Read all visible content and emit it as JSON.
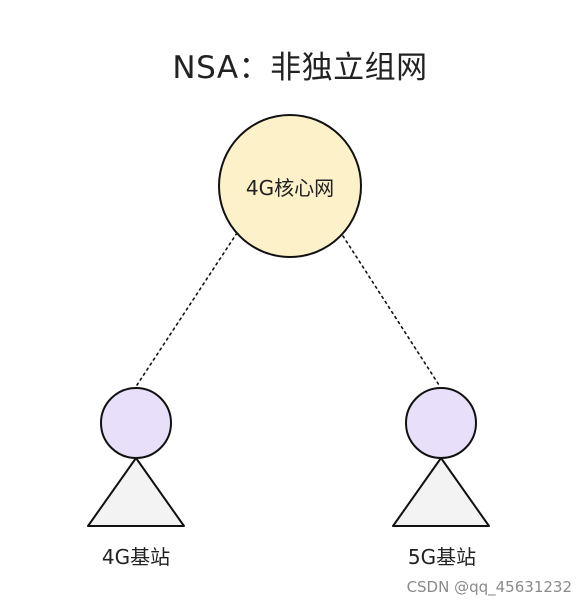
{
  "title": "NSA：非独立组网",
  "core": {
    "label": "4G核心网",
    "fill": "#fdf1c9",
    "stroke": "#111111"
  },
  "stations": [
    {
      "label": "4G基站"
    },
    {
      "label": "5G基站"
    }
  ],
  "colors": {
    "station_head": "#e8e0fb",
    "station_body": "#f3f3f3",
    "outline": "#111111",
    "link": "#111111"
  },
  "watermark": "CSDN @qq_45631232"
}
